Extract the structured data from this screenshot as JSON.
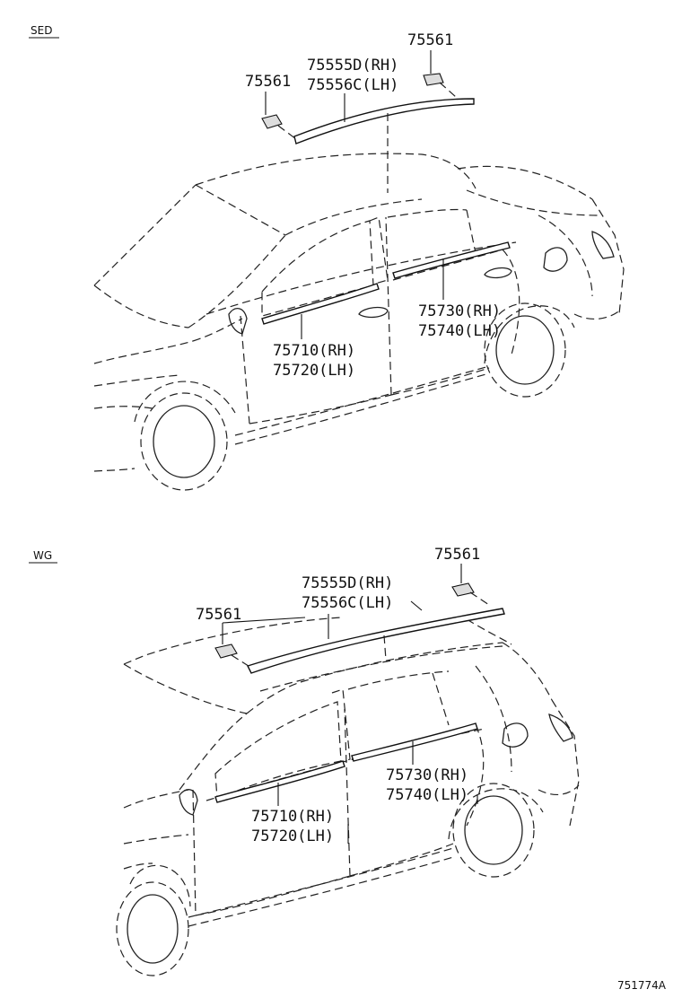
{
  "sedan": {
    "tag": "SED",
    "clip_left": "75561",
    "clip_right": "75561",
    "roof_rh": "75555D(RH)",
    "roof_lh": "75556C(LH)",
    "front_rh": "75710(RH)",
    "front_lh": "75720(LH)",
    "rear_rh": "75730(RH)",
    "rear_lh": "75740(LH)"
  },
  "wagon": {
    "tag": "WG",
    "clip_left": "75561",
    "clip_right": "75561",
    "roof_rh": "75555D(RH)",
    "roof_lh": "75556C(LH)",
    "front_rh": "75710(RH)",
    "front_lh": "75720(LH)",
    "rear_rh": "75730(RH)",
    "rear_lh": "75740(LH)"
  },
  "figure_code": "751774A"
}
